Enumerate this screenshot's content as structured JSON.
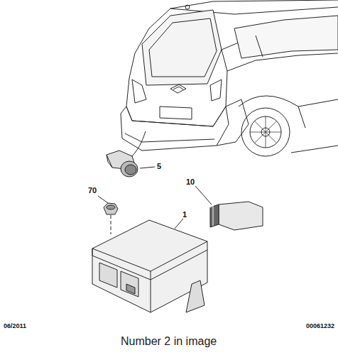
{
  "diagram": {
    "caption": "Number 2 in image",
    "labels": [
      "5",
      "70",
      "10",
      "1",
      "06/2011",
      "00061232"
    ]
  }
}
